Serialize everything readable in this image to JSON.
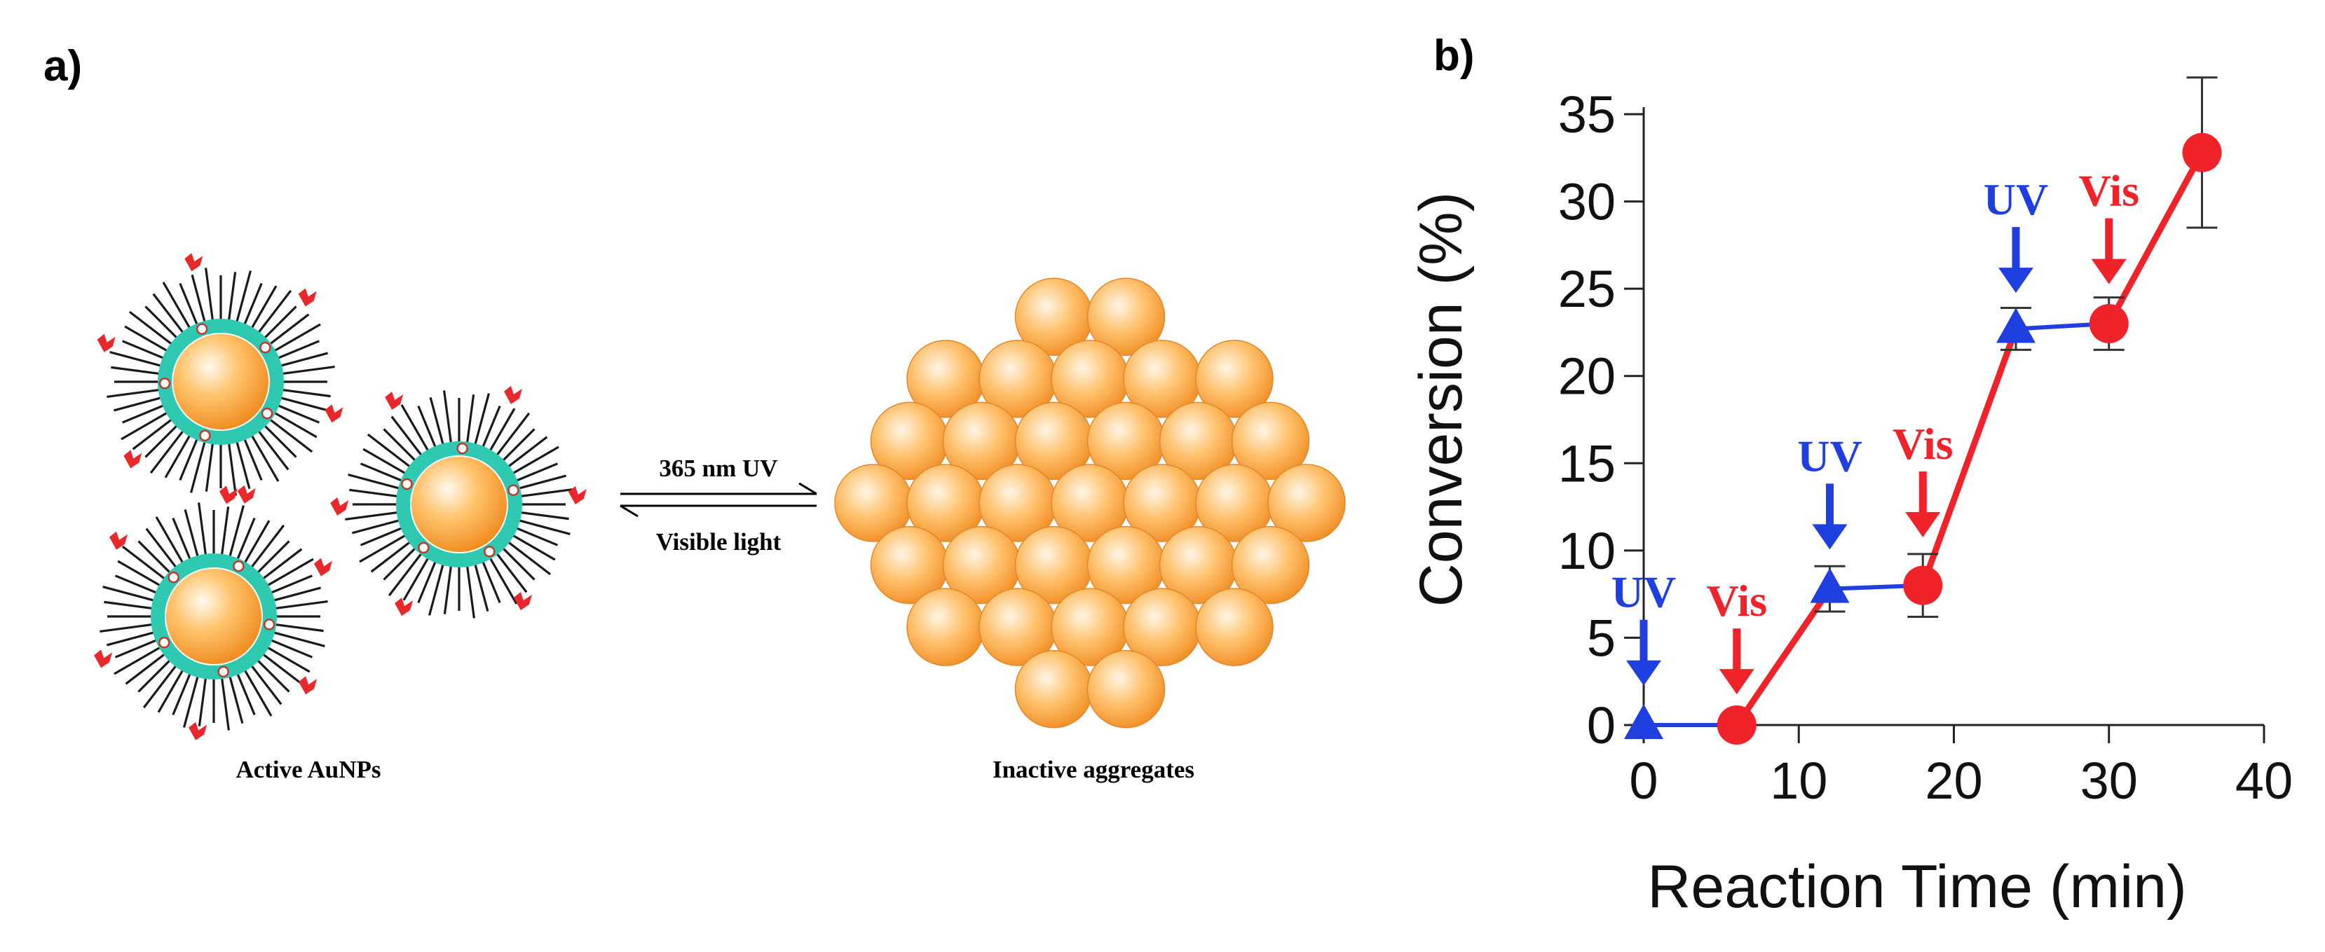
{
  "panel_a": {
    "label": "a)",
    "forward_condition": "365 nm UV",
    "reverse_condition": "Visible light",
    "left_caption": "Active AuNPs",
    "right_caption": "Inactive aggregates",
    "colors": {
      "particle_core": "#f7a23a",
      "shell": "#2ec9b0",
      "ligand": "#1a1a1a",
      "ligand_tip": "#e8282b"
    }
  },
  "panel_b": {
    "label": "b)",
    "chart_data": {
      "type": "line",
      "xlabel": "Reaction Time (min)",
      "ylabel": "Conversion (%)",
      "xlim": [
        0,
        40
      ],
      "ylim": [
        0,
        35
      ],
      "x_ticks": [
        0,
        10,
        20,
        30,
        40
      ],
      "y_ticks": [
        0,
        5,
        10,
        15,
        20,
        25,
        30,
        35
      ],
      "segments": [
        {
          "state": "UV",
          "color": "#1f3fe0",
          "marker": "triangle",
          "points": [
            [
              0,
              0
            ],
            [
              6,
              0
            ]
          ]
        },
        {
          "state": "Vis",
          "color": "#f0232b",
          "marker": "circle",
          "points": [
            [
              6,
              0
            ],
            [
              12,
              7.8
            ]
          ]
        },
        {
          "state": "UV",
          "color": "#1f3fe0",
          "marker": "triangle",
          "points": [
            [
              12,
              7.8
            ],
            [
              18,
              8
            ]
          ]
        },
        {
          "state": "Vis",
          "color": "#f0232b",
          "marker": "circle",
          "points": [
            [
              18,
              8
            ],
            [
              24,
              22.7
            ]
          ]
        },
        {
          "state": "UV",
          "color": "#1f3fe0",
          "marker": "triangle",
          "points": [
            [
              24,
              22.7
            ],
            [
              30,
              23
            ]
          ]
        },
        {
          "state": "Vis",
          "color": "#f0232b",
          "marker": "circle",
          "points": [
            [
              30,
              23
            ],
            [
              36,
              32.8
            ]
          ]
        }
      ],
      "markers": [
        {
          "x": 0,
          "y": 0,
          "shape": "triangle",
          "color": "#1f3fe0",
          "err": 0
        },
        {
          "x": 6,
          "y": 0,
          "shape": "circle",
          "color": "#f0232b",
          "err": 0
        },
        {
          "x": 12,
          "y": 7.8,
          "shape": "triangle",
          "color": "#1f3fe0",
          "err": 1.3
        },
        {
          "x": 18,
          "y": 8,
          "shape": "circle",
          "color": "#f0232b",
          "err": 1.8
        },
        {
          "x": 24,
          "y": 22.7,
          "shape": "triangle",
          "color": "#1f3fe0",
          "err": 1.2
        },
        {
          "x": 30,
          "y": 23,
          "shape": "circle",
          "color": "#f0232b",
          "err": 1.5
        },
        {
          "x": 36,
          "y": 32.8,
          "shape": "circle",
          "color": "#f0232b",
          "err": 4.3
        }
      ],
      "events": [
        {
          "text": "UV",
          "x": 0,
          "arrow_tip_y": 2.5,
          "color": "#1f3fe0"
        },
        {
          "text": "Vis",
          "x": 6,
          "arrow_tip_y": 2.0,
          "color": "#f0232b"
        },
        {
          "text": "UV",
          "x": 12,
          "arrow_tip_y": 10.3,
          "color": "#1f3fe0"
        },
        {
          "text": "Vis",
          "x": 18,
          "arrow_tip_y": 11.0,
          "color": "#f0232b"
        },
        {
          "text": "UV",
          "x": 24,
          "arrow_tip_y": 25.0,
          "color": "#1f3fe0"
        },
        {
          "text": "Vis",
          "x": 30,
          "arrow_tip_y": 25.5,
          "color": "#f0232b"
        }
      ]
    }
  }
}
